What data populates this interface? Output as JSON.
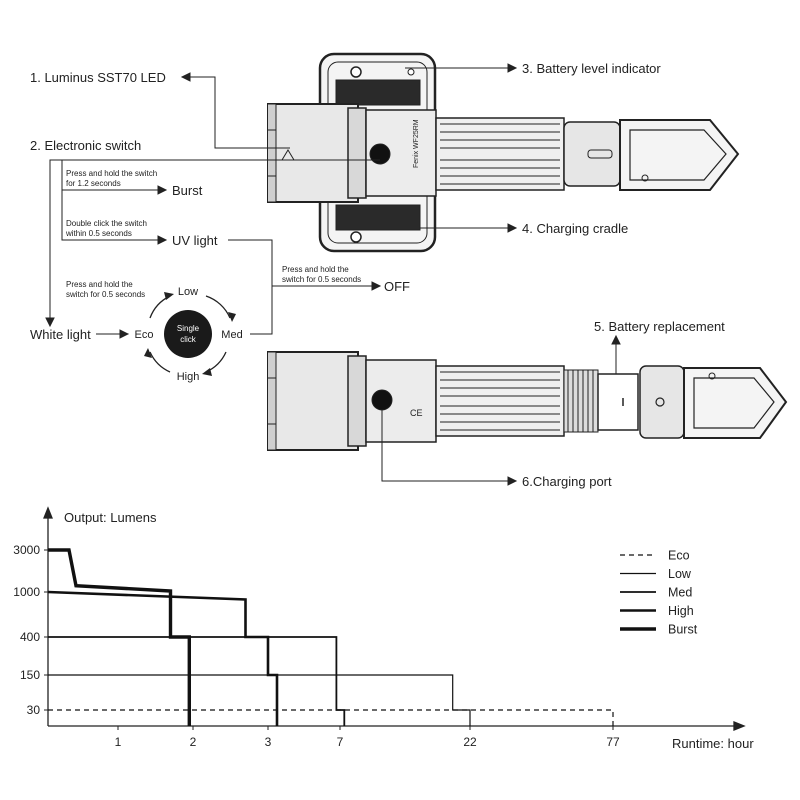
{
  "callouts": {
    "led": "1. Luminus SST70 LED",
    "switch": "2. Electronic switch",
    "battery_indicator": "3. Battery level indicator",
    "charging_cradle": "4. Charging cradle",
    "battery_replacement": "5. Battery replacement",
    "charging_port": "6.Charging port"
  },
  "operation": {
    "burst_instruction_1": "Press and hold the switch",
    "burst_instruction_2": "for 1.2 seconds",
    "burst_mode": "Burst",
    "uv_instruction_1": "Double click the switch",
    "uv_instruction_2": "within 0.5 seconds",
    "uv_mode": "UV light",
    "off_instruction_1": "Press and hold the",
    "off_instruction_2": "switch for 0.5 seconds",
    "off_mode": "OFF",
    "white_instruction_1": "Press and hold the",
    "white_instruction_2": "switch for 0.5 seconds",
    "white_mode": "White light",
    "cycle_center_1": "Single",
    "cycle_center_2": "click",
    "cycle_low": "Low",
    "cycle_med": "Med",
    "cycle_high": "High",
    "cycle_eco": "Eco"
  },
  "device": {
    "brand_text": "Fenix WF25RM"
  },
  "chart_data": {
    "type": "line",
    "title": "",
    "ylabel": "Output: Lumens",
    "xlabel": "Runtime: hour",
    "x_ticks": [
      "1",
      "2",
      "3",
      "7",
      "22",
      "77"
    ],
    "y_ticks": [
      "3000",
      "1000",
      "400",
      "150",
      "30"
    ],
    "series": [
      {
        "name": "Eco",
        "style": "dashed",
        "points": [
          [
            0,
            30
          ],
          [
            77,
            30
          ],
          [
            77,
            0
          ]
        ]
      },
      {
        "name": "Low",
        "style": "thin",
        "points": [
          [
            0,
            150
          ],
          [
            20,
            150
          ],
          [
            20,
            30
          ],
          [
            22,
            30
          ],
          [
            22,
            0
          ]
        ]
      },
      {
        "name": "Med",
        "style": "medium",
        "points": [
          [
            0,
            400
          ],
          [
            6.8,
            400
          ],
          [
            6.8,
            30
          ],
          [
            7.5,
            30
          ],
          [
            7.5,
            0
          ]
        ]
      },
      {
        "name": "High",
        "style": "thick",
        "points": [
          [
            0,
            1000
          ],
          [
            2.7,
            900
          ],
          [
            2.7,
            400
          ],
          [
            3.0,
            400
          ],
          [
            3.0,
            150
          ],
          [
            3.5,
            150
          ],
          [
            3.5,
            0
          ]
        ]
      },
      {
        "name": "Burst",
        "style": "bold",
        "points": [
          [
            0,
            3000
          ],
          [
            0.3,
            3000
          ],
          [
            0.4,
            1300
          ],
          [
            1.7,
            1050
          ],
          [
            1.7,
            400
          ],
          [
            1.95,
            400
          ],
          [
            1.95,
            0
          ]
        ]
      }
    ]
  }
}
